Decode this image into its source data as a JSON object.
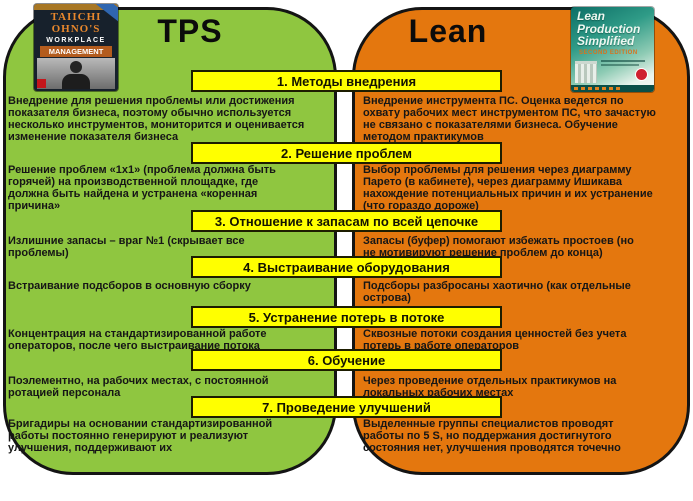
{
  "colors": {
    "tps_fill": "#8FC640",
    "lean_fill": "#E4770E",
    "banner_fill": "#FFFF00",
    "panel_border": "#141414",
    "text": "#161616"
  },
  "tps": {
    "title": "TPS",
    "book": {
      "title": "TAIICHI\nOHNO'S",
      "subtitle1": "WORKPLACE",
      "subtitle2": "MANAGEMENT"
    },
    "blocks": [
      "Внедрение для решения проблемы или достижения\nпоказателя бизнеса, поэтому обычно используется\nнесколько инструментов, мониторится и оценивается\nизменение показателя бизнеса",
      "Решение проблем «1х1» (проблема должна быть\nгорячей) на производственной площадке, где\nдолжна быть найдена и устранена «коренная\nпричина»",
      "Излишние запасы – враг №1 (скрывает все\nпроблемы)",
      "Встраивание подсборов в основную сборку",
      "Концентрация на стандартизированной работе\nоператоров, после чего выстраивание потока",
      "Поэлементно, на рабочих местах, с постоянной\nротацией персонала",
      "Бригадиры на основании стандартизированной\nработы постоянно генерируют и реализуют\nулучшения, поддерживают их"
    ]
  },
  "lean": {
    "title": "Lean",
    "book": {
      "title": "Lean\nProduction\nSimplified",
      "edition": "SECOND EDITION"
    },
    "blocks": [
      "Внедрение инструмента ПС. Оценка ведется по\nохвату рабочих мест инструментом ПС, что зачастую\nне связано с показателями бизнеса. Обучение\nметодом практикумов",
      "Выбор проблемы для решения через диаграмму\nПарето (в кабинете), через диаграмму Ишикава\nнахождение потенциальных причин и их устранение\n(что гораздо дороже)",
      "Запасы (буфер) помогают избежать простоев (но\nне мотивируют решение проблем до конца)",
      "Подсборы разбросаны хаотично (как отдельные\nострова)",
      "Сквозные потоки создания ценностей без учета\nпотерь в работе операторов",
      "Через проведение отдельных практикумов на\nлокальных рабочих местах",
      "Выделенные группы специалистов проводят\nработы по 5 S, но поддержания достигнутого\nсостояния нет, улучшения проводятся точечно"
    ]
  },
  "headers": [
    "1. Методы внедрения",
    "2. Решение проблем",
    "3. Отношение к запасам по всей цепочке",
    "4. Выстраивание оборудования",
    "5. Устранение потерь в потоке",
    "6. Обучение",
    "7. Проведение улучшений"
  ]
}
